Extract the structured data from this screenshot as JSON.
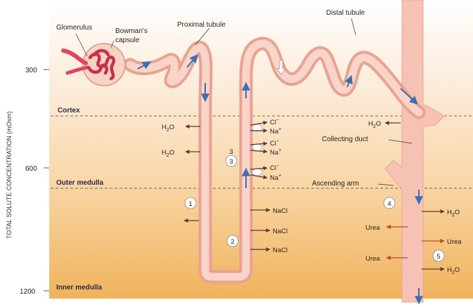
{
  "y_axis": {
    "title": "TOTAL SOLUTE CONCENTRATION (mOsm)",
    "ticks": [
      "300",
      "600",
      "1200"
    ]
  },
  "zones": {
    "cortex": "Cortex",
    "outer_medulla": "Outer medulla",
    "inner_medulla": "Inner medulla"
  },
  "labels": {
    "glomerulus": "Glomerulus",
    "bowmans_1": "Bowman's",
    "bowmans_2": "capsule",
    "proximal_tubule": "Proximal tubule",
    "distal_tubule": "Distal tubule",
    "collecting_duct": "Collecting duct",
    "ascending_arm": "Ascending arm"
  },
  "ions": {
    "cl": "Cl",
    "na": "Na",
    "nacl": "NaCl",
    "h2o_h": "H",
    "h2o_o": "O",
    "urea": "Urea",
    "minus": "−",
    "plus": "+",
    "two": "2"
  },
  "markers": [
    "1",
    "2",
    "3",
    "3",
    "4",
    "5"
  ],
  "colors": {
    "cortex_bg": "#fbe9d4",
    "outer_medulla_bg": "#f9d7a9",
    "inner_medulla_bg": "#f2b765",
    "tubule": "#f6c2b4",
    "glomerulus": "#e0455f",
    "arrow_blue": "#3d6fb0",
    "arrow_red": "#b5512d"
  }
}
